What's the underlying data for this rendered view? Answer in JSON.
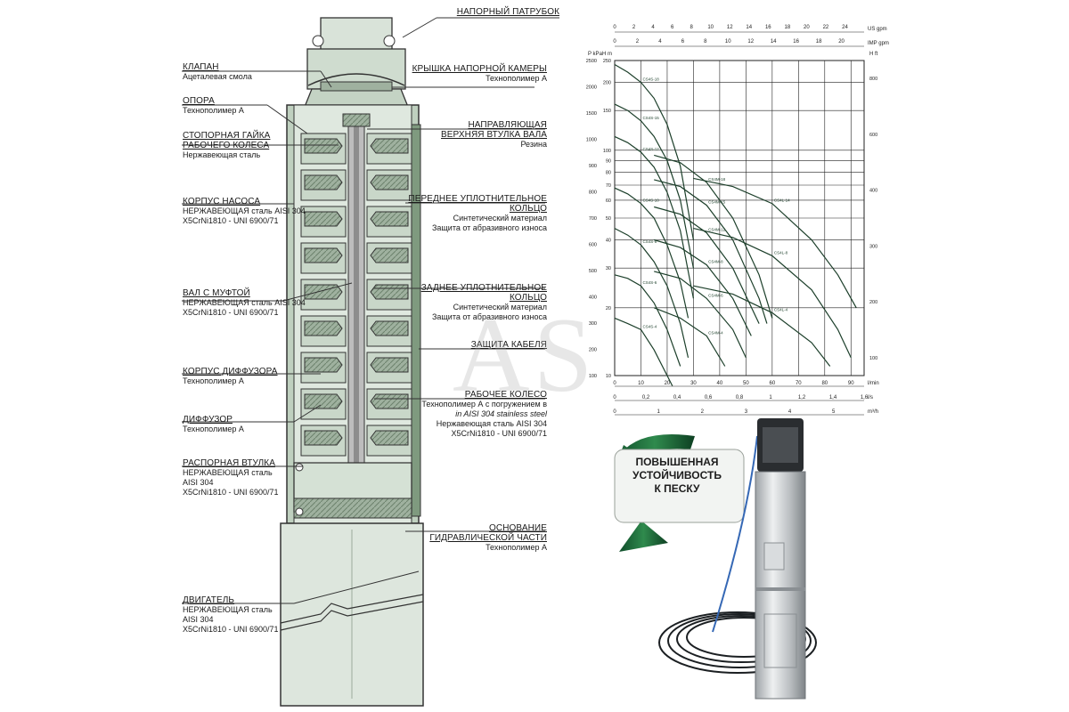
{
  "left_labels": [
    {
      "title": "КЛАПАН",
      "lines": [
        "Ацеталевая смола"
      ]
    },
    {
      "title": "ОПОРА",
      "lines": [
        "Технополимер А"
      ]
    },
    {
      "title": "СТОПОРНАЯ ГАЙКА",
      "title2": "РАБОЧЕГО КОЛЕСА",
      "lines": [
        "Нержавеющая сталь"
      ]
    },
    {
      "title": "КОРПУС НАСОСА",
      "lines": [
        "НЕРЖАВЕЮЩАЯ сталь AISI 304",
        "X5CrNi1810 - UNI 6900/71"
      ]
    },
    {
      "title": "ВАЛ С МУФТОЙ",
      "lines": [
        "НЕРЖАВЕЮЩАЯ сталь AISI 304",
        "X5CrNi1810 - UNI 6900/71"
      ]
    },
    {
      "title": "КОРПУС ДИФФУЗОРА",
      "lines": [
        "Технополимер А"
      ]
    },
    {
      "title": "ДИФФУЗОР",
      "lines": [
        "Технополимер А"
      ]
    },
    {
      "title": "РАСПОРНАЯ ВТУЛКА",
      "lines": [
        "НЕРЖАВЕЮЩАЯ сталь",
        "AISI 304",
        "X5CrNi1810 - UNI 6900/71"
      ]
    },
    {
      "title": "ДВИГАТЕЛЬ",
      "lines": [
        "НЕРЖАВЕЮЩАЯ сталь",
        "AISI 304",
        "X5CrNi1810 - UNI 6900/71"
      ]
    }
  ],
  "right_labels": [
    {
      "title": "НАПОРНЫЙ ПАТРУБОК",
      "lines": []
    },
    {
      "title": "КРЫШКА НАПОРНОЙ КАМЕРЫ",
      "lines": [
        "Технополимер А"
      ]
    },
    {
      "title": "НАПРАВЛЯЮЩАЯ",
      "title2": "ВЕРХНЯЯ ВТУЛКА ВАЛА",
      "lines": [
        "Резина"
      ]
    },
    {
      "title": "ПЕРЕДНЕЕ УПЛОТНИТЕЛЬНОЕ",
      "title2": "КОЛЬЦО",
      "lines": [
        "Синтетический материал",
        "Защита от абразивного износа"
      ]
    },
    {
      "title": "ЗАДНЕЕ УПЛОТНИТЕЛЬНОЕ",
      "title2": "КОЛЬЦО",
      "lines": [
        "Синтетический материал",
        "Защита от абразивного износа"
      ]
    },
    {
      "title": "ЗАЩИТА КАБЕЛЯ",
      "lines": []
    },
    {
      "title": "РАБОЧЕЕ КОЛЕСО",
      "lines": [
        "Технополимер А с погружением в",
        "in AISI 304 stainless steel",
        "Нержавеющая сталь AISI 304",
        "X5CrNi1810 - UNI 6900/71"
      ]
    },
    {
      "title": "ОСНОВАНИЕ",
      "title2": "ГИДРАВЛИЧЕСКОЙ ЧАСТИ",
      "lines": [
        "Технополимер А"
      ]
    }
  ],
  "badge": {
    "line1": "ПОВЫШЕННАЯ",
    "line2": "УСТОЙЧИВОСТЬ",
    "line3": "К ПЕСКУ"
  },
  "watermark": "AS",
  "chart_data": {
    "type": "line",
    "scale": "log-log",
    "top_axes": [
      {
        "unit": "US gpm",
        "ticks": [
          "0",
          "2",
          "4",
          "6",
          "8",
          "10",
          "12",
          "14",
          "16",
          "18",
          "20",
          "22",
          "24"
        ]
      },
      {
        "unit": "IMP gpm",
        "ticks": [
          "0",
          "2",
          "4",
          "6",
          "8",
          "10",
          "12",
          "14",
          "16",
          "18",
          "20"
        ]
      }
    ],
    "bottom_axes": [
      {
        "unit": "l/min",
        "ticks": [
          "0",
          "10",
          "20",
          "30",
          "40",
          "50",
          "60",
          "70",
          "80",
          "90"
        ]
      },
      {
        "unit": "l/s",
        "ticks": [
          "0",
          "0,2",
          "0,4",
          "0,6",
          "0,8",
          "1",
          "1,2",
          "1,4",
          "1,6"
        ]
      },
      {
        "unit": "m³/h",
        "ticks": [
          "0",
          "1",
          "2",
          "3",
          "4",
          "5"
        ]
      }
    ],
    "left_axis": {
      "unit_top": "P kPa",
      "ticks": [
        "2500",
        "2000",
        "1500",
        "1000",
        "900",
        "800",
        "700",
        "600",
        "500",
        "400",
        "300",
        "200",
        "100"
      ]
    },
    "left_axis2": {
      "unit": "H m",
      "ticks": [
        "250",
        "200",
        "150",
        "100",
        "90",
        "80",
        "70",
        "60",
        "50",
        "40",
        "30",
        "20",
        "10"
      ]
    },
    "right_axis": {
      "unit": "H ft",
      "ticks": [
        "800",
        "600",
        "400",
        "300",
        "200",
        "100"
      ]
    },
    "xlim_lpm": [
      0,
      95
    ],
    "ylim_m": [
      10,
      250
    ],
    "series": [
      {
        "name": "CS4S-18",
        "points": [
          [
            0,
            240
          ],
          [
            5,
            222
          ],
          [
            10,
            200
          ],
          [
            15,
            170
          ],
          [
            20,
            130
          ],
          [
            25,
            85
          ],
          [
            30,
            40
          ]
        ]
      },
      {
        "name": "CS4S-15",
        "points": [
          [
            0,
            160
          ],
          [
            5,
            150
          ],
          [
            10,
            135
          ],
          [
            15,
            115
          ],
          [
            20,
            90
          ],
          [
            25,
            60
          ],
          [
            30,
            30
          ]
        ]
      },
      {
        "name": "CS4S-12",
        "points": [
          [
            0,
            115
          ],
          [
            5,
            108
          ],
          [
            10,
            98
          ],
          [
            15,
            84
          ],
          [
            20,
            65
          ],
          [
            25,
            44
          ],
          [
            30,
            22
          ]
        ]
      },
      {
        "name": "CS4S-10",
        "points": [
          [
            0,
            68
          ],
          [
            5,
            64
          ],
          [
            10,
            58
          ],
          [
            15,
            50
          ],
          [
            20,
            38
          ],
          [
            25,
            26
          ],
          [
            28,
            18
          ]
        ]
      },
      {
        "name": "CS4S-8",
        "points": [
          [
            0,
            45
          ],
          [
            5,
            42
          ],
          [
            10,
            38
          ],
          [
            15,
            32
          ],
          [
            20,
            25
          ],
          [
            25,
            17
          ],
          [
            28,
            12
          ]
        ]
      },
      {
        "name": "CS4S-6",
        "points": [
          [
            0,
            28
          ],
          [
            5,
            27
          ],
          [
            10,
            25
          ],
          [
            15,
            21
          ],
          [
            20,
            16
          ],
          [
            25,
            11
          ]
        ]
      },
      {
        "name": "CS4S-4",
        "points": [
          [
            0,
            18
          ],
          [
            5,
            17
          ],
          [
            10,
            16
          ],
          [
            15,
            13
          ],
          [
            20,
            10
          ],
          [
            22,
            9
          ]
        ]
      },
      {
        "name": "CS4M-18",
        "points": [
          [
            15,
            95
          ],
          [
            25,
            88
          ],
          [
            35,
            72
          ],
          [
            45,
            50
          ],
          [
            55,
            28
          ],
          [
            60,
            18
          ]
        ]
      },
      {
        "name": "CS4M-15",
        "points": [
          [
            15,
            74
          ],
          [
            25,
            69
          ],
          [
            35,
            57
          ],
          [
            45,
            40
          ],
          [
            55,
            22
          ],
          [
            58,
            17
          ]
        ]
      },
      {
        "name": "CS4M-12",
        "points": [
          [
            15,
            56
          ],
          [
            25,
            52
          ],
          [
            35,
            43
          ],
          [
            45,
            30
          ],
          [
            55,
            17
          ]
        ]
      },
      {
        "name": "CS4M-8",
        "points": [
          [
            15,
            40
          ],
          [
            25,
            37
          ],
          [
            35,
            31
          ],
          [
            45,
            22
          ],
          [
            52,
            15
          ]
        ]
      },
      {
        "name": "CS4M-6",
        "points": [
          [
            15,
            29
          ],
          [
            25,
            27
          ],
          [
            35,
            22
          ],
          [
            45,
            16
          ],
          [
            50,
            12
          ]
        ]
      },
      {
        "name": "CS4M-4",
        "points": [
          [
            15,
            20
          ],
          [
            25,
            18
          ],
          [
            35,
            15
          ],
          [
            42,
            11
          ]
        ]
      },
      {
        "name": "CS4L-14",
        "points": [
          [
            30,
            75
          ],
          [
            45,
            69
          ],
          [
            60,
            58
          ],
          [
            75,
            40
          ],
          [
            85,
            28
          ],
          [
            92,
            20
          ]
        ]
      },
      {
        "name": "CS4L-8",
        "points": [
          [
            30,
            45
          ],
          [
            45,
            41
          ],
          [
            60,
            34
          ],
          [
            75,
            24
          ],
          [
            85,
            16
          ],
          [
            90,
            12
          ]
        ]
      },
      {
        "name": "CS4L-4",
        "points": [
          [
            30,
            25
          ],
          [
            45,
            23
          ],
          [
            60,
            19
          ],
          [
            75,
            14
          ],
          [
            82,
            11
          ]
        ]
      }
    ]
  }
}
